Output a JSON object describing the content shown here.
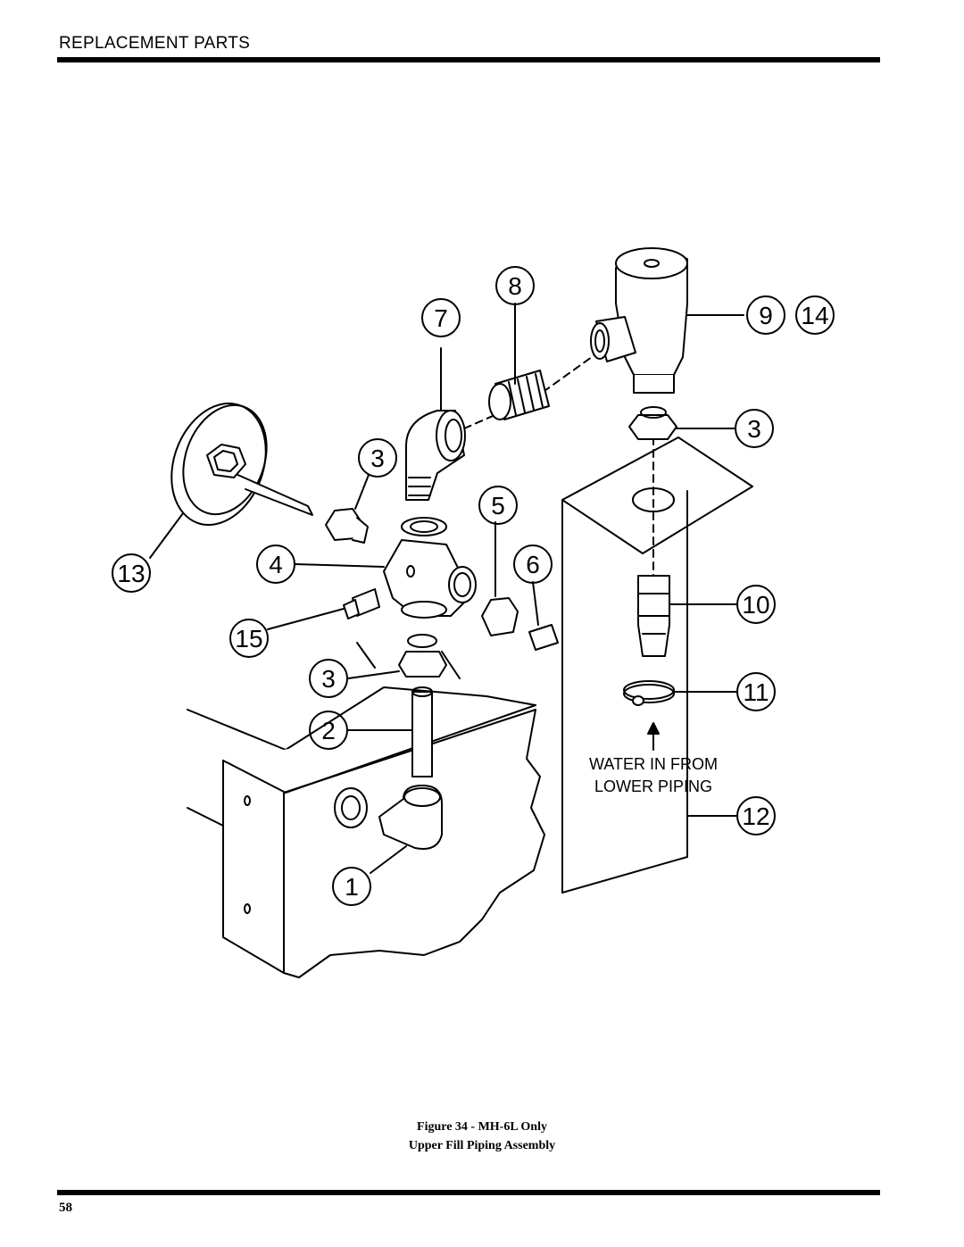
{
  "header": {
    "title": "REPLACEMENT PARTS"
  },
  "diagram": {
    "callouts": [
      "8",
      "7",
      "9",
      "14",
      "3",
      "3",
      "5",
      "6",
      "4",
      "13",
      "10",
      "15",
      "3",
      "11",
      "2",
      "12",
      "1"
    ],
    "note_line1": "WATER IN FROM",
    "note_line2": "LOWER PIPING"
  },
  "caption": {
    "line1": "Figure 34 - MH-6L Only",
    "line2": "Upper Fill Piping Assembly"
  },
  "page_number": "58"
}
